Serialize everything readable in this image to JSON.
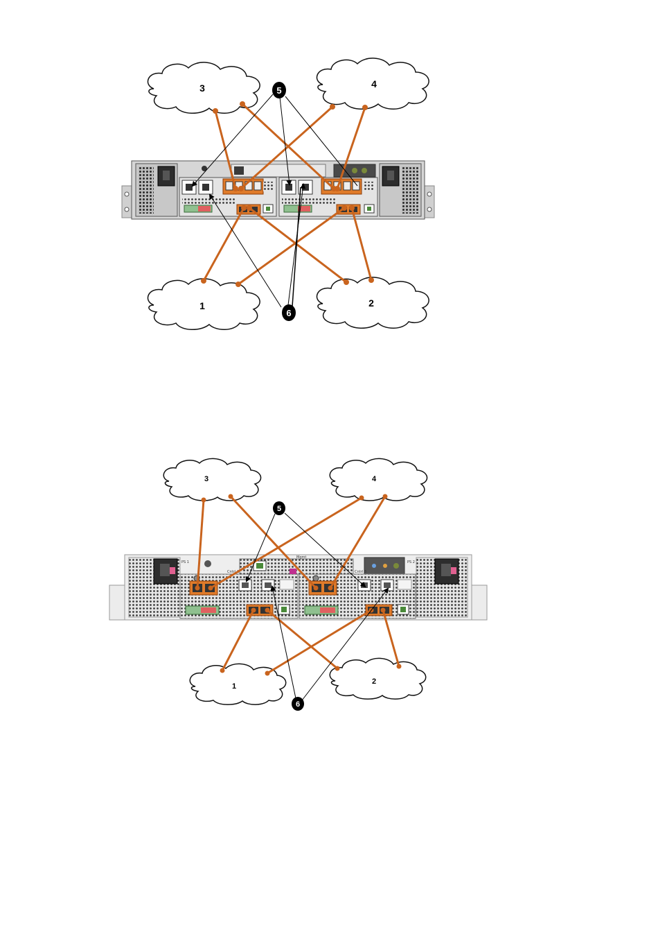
{
  "diagram_top": {
    "clouds": {
      "c1": "1",
      "c2": "2",
      "c3": "3",
      "c4": "4"
    },
    "callouts": {
      "c5": "5",
      "c6": "6"
    }
  },
  "diagram_bottom": {
    "clouds": {
      "c1": "1",
      "c2": "2",
      "c3": "3",
      "c4": "4"
    },
    "callouts": {
      "c5": "5",
      "c6": "6"
    },
    "chassis_labels": {
      "ctrl_a": "Cntrl A",
      "ctrl_b": "Cntrl B",
      "mgmt": "Mgmt",
      "psu1": "PS 1",
      "psu2": "PS 2"
    }
  },
  "colors": {
    "cable_orange": "#c9641e",
    "port_orange": "#e07b2a",
    "chassis_gray": "#d9d9d9",
    "callout_black": "#000000"
  }
}
